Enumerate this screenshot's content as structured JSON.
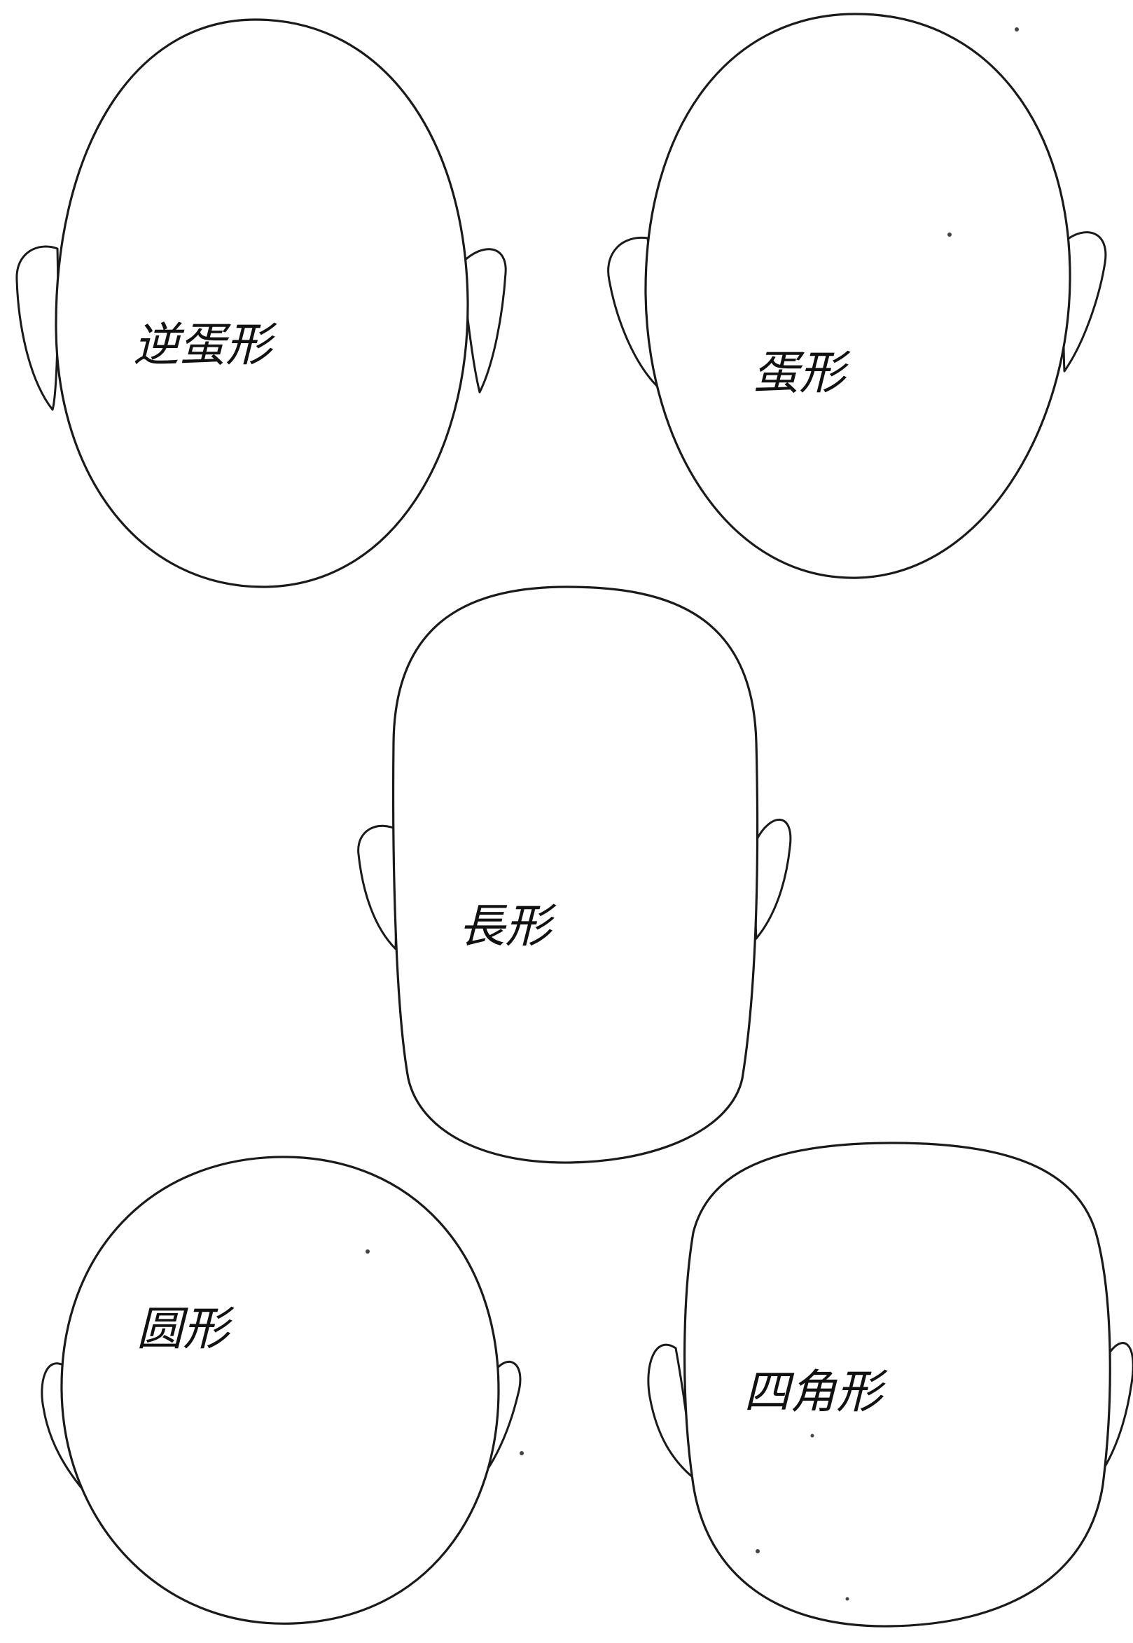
{
  "diagram": {
    "heads": [
      {
        "id": "inverted-egg",
        "label": "逆蛋形"
      },
      {
        "id": "egg",
        "label": "蛋形"
      },
      {
        "id": "long",
        "label": "長形"
      },
      {
        "id": "round",
        "label": "圆形"
      },
      {
        "id": "square",
        "label": "四角形"
      }
    ]
  }
}
